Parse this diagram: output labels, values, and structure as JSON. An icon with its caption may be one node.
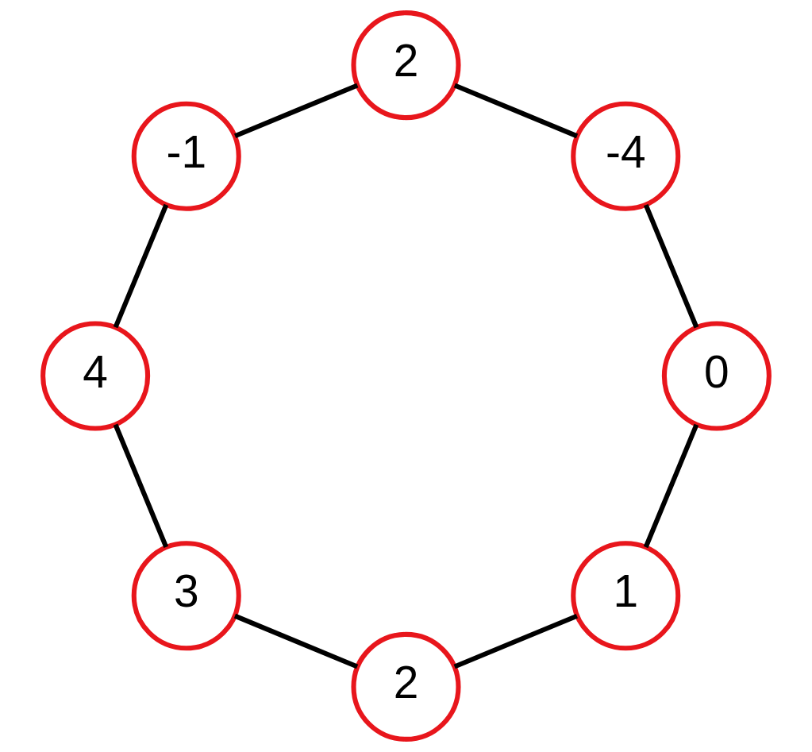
{
  "diagram": {
    "nodes": [
      {
        "text": [
          "1"
        ]
      },
      {
        "text": [
          "2"
        ]
      },
      {
        "text": [
          "3"
        ]
      },
      {
        "text": [
          "4"
        ]
      },
      {
        "text": [
          "-1"
        ]
      },
      {
        "text": [
          "2"
        ]
      },
      {
        "text": [
          "-4"
        ]
      },
      {
        "text": [
          "0"
        ]
      }
    ],
    "edges": [
      {
        "from": 0,
        "to": 1,
        "arrow": "none"
      },
      {
        "from": 1,
        "to": 2,
        "arrow": "none"
      },
      {
        "from": 2,
        "to": 3,
        "arrow": "none"
      },
      {
        "from": 3,
        "to": 4,
        "arrow": "none"
      },
      {
        "from": 4,
        "to": 5,
        "arrow": "none"
      },
      {
        "from": 5,
        "to": 6,
        "arrow": "none"
      },
      {
        "from": 6,
        "to": 7,
        "arrow": "none"
      },
      {
        "from": 7,
        "to": 0,
        "arrow": "none"
      }
    ]
  }
}
